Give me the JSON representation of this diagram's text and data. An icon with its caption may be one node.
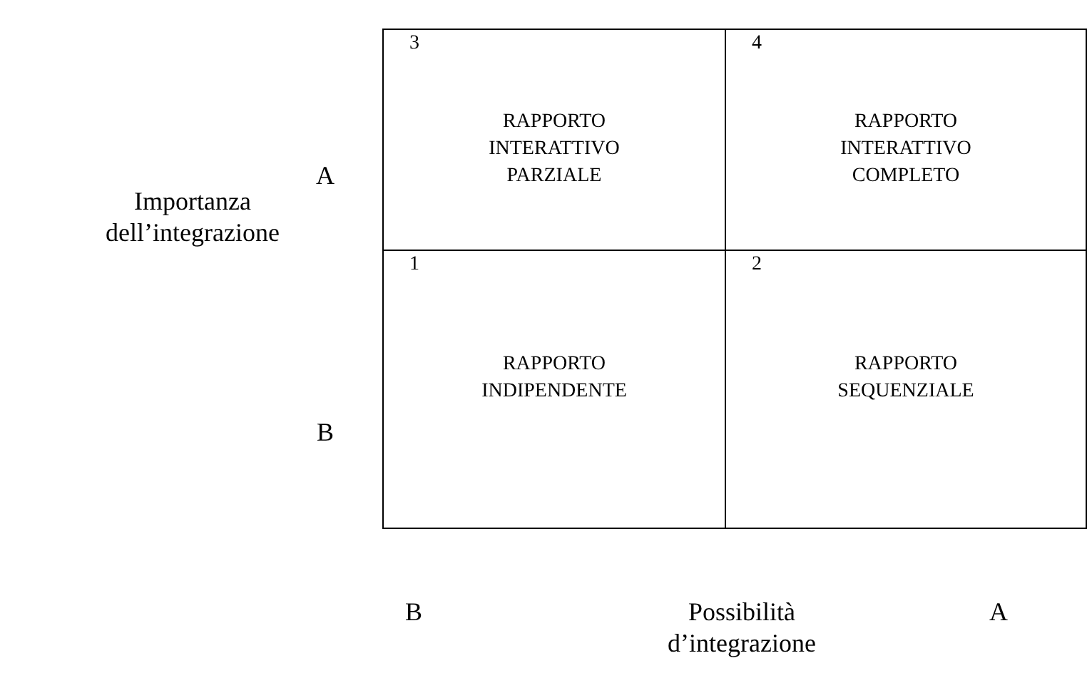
{
  "diagram": {
    "nodes": [
      {
        "text": [
          "3",
          "RAPPORTO INTERATTIVO PARZIALE"
        ]
      },
      {
        "text": [
          "4",
          "RAPPORTO INTERATTIVO COMPLETO"
        ]
      },
      {
        "text": [
          "1",
          "RAPPORTO INDIPENDENTE"
        ]
      },
      {
        "text": [
          "2",
          "RAPPORTO SEQUENZIALE"
        ]
      }
    ],
    "labels": [
      "A",
      "Importanza dell’integrazione",
      "B",
      "B",
      "Possibilità d’integrazione",
      "A"
    ]
  }
}
